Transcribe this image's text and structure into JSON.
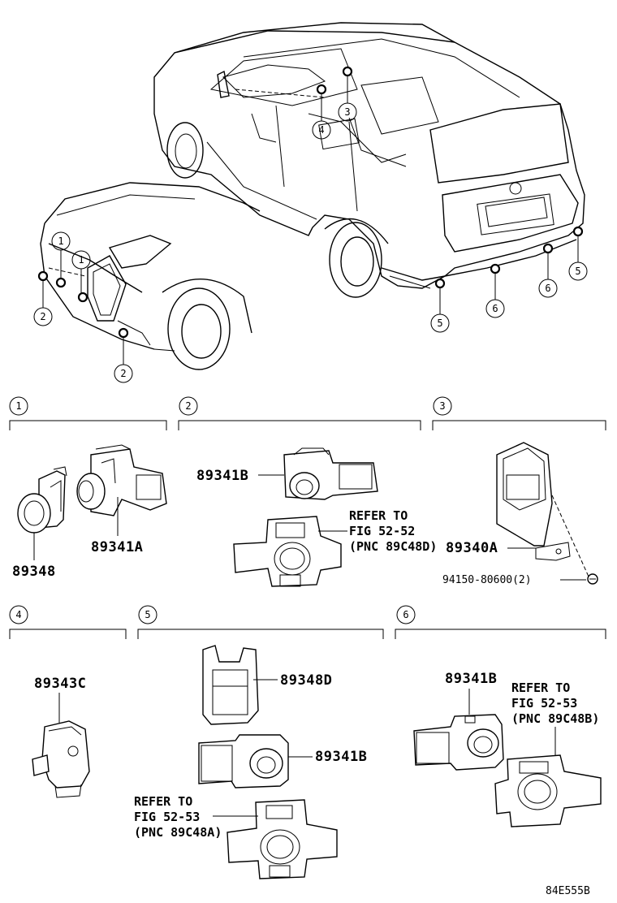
{
  "callouts": {
    "c1": "1",
    "c2": "2",
    "c3": "3",
    "c4": "4",
    "c5": "5",
    "c6": "6"
  },
  "sections": [
    {
      "id": "1",
      "parts": [
        "89348",
        "89341A"
      ]
    },
    {
      "id": "2",
      "parts": [
        "89341B"
      ],
      "refer": [
        "REFER TO",
        "FIG 52-52",
        "(PNC 89C48D)"
      ]
    },
    {
      "id": "3",
      "parts": [
        "89340A",
        "94150-80600(2)"
      ]
    },
    {
      "id": "4",
      "parts": [
        "89343C"
      ]
    },
    {
      "id": "5",
      "parts": [
        "89348D",
        "89341B"
      ],
      "refer": [
        "REFER TO",
        "FIG 52-53",
        "(PNC 89C48A)"
      ]
    },
    {
      "id": "6",
      "parts": [
        "89341B"
      ],
      "refer": [
        "REFER TO",
        "FIG 52-53",
        "(PNC 89C48B)"
      ]
    }
  ],
  "diagram_code": "84E555B",
  "icons": [
    "car-overview-icon",
    "ultrasonic-sensor-icon",
    "sensor-retainer-icon",
    "control-computer-icon",
    "bolt-icon",
    "switch-icon"
  ]
}
